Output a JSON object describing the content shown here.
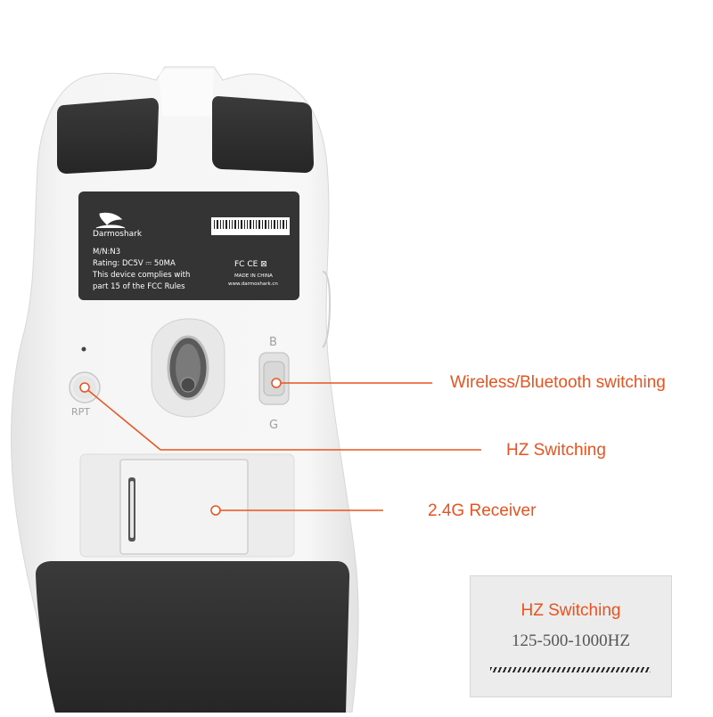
{
  "brand": {
    "name": "Darmoshark"
  },
  "label_sticker": {
    "model": "M/N:N3",
    "rating": "Rating: DC5V ⎓ 50MA",
    "compliance_line1": "This device complies with",
    "compliance_line2": "part 15 of the FCC Rules",
    "certifications": "FC CE ⊠",
    "origin": "MADE IN CHINA",
    "website": "www.darmoshark.cn"
  },
  "mouse_markings": {
    "rpt_label": "RPT",
    "switch_top_letter": "B",
    "switch_bottom_letter": "G"
  },
  "callouts": {
    "wireless_bluetooth": "Wireless/Bluetooth switching",
    "hz_switching": "HZ Switching",
    "receiver": "2.4G Receiver"
  },
  "info_box": {
    "title": "HZ Switching",
    "values": "125-500-1000HZ"
  },
  "colors": {
    "accent": "#e8531f",
    "mouse_body": "#f2f2f2",
    "skates": "#2e2e2e",
    "label_bg": "#333333"
  }
}
